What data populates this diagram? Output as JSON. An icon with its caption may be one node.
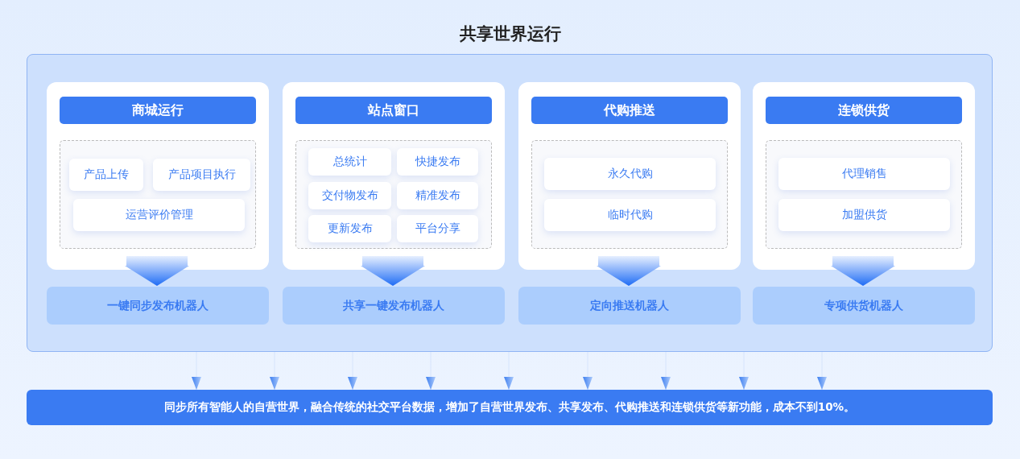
{
  "diagram": {
    "title": "共享世界运行",
    "nodes": [
      {
        "text": [],
        "shape": "box"
      },
      {
        "text": [
          "商城运行"
        ],
        "in": 0
      },
      {
        "text": [],
        "shape": "box",
        "in": 1
      },
      {
        "text": [
          "产品上传"
        ],
        "in": 2
      },
      {
        "text": [
          "产品项目执行"
        ],
        "in": 2
      },
      {
        "text": [
          "运营评价管理"
        ],
        "in": 2
      },
      {
        "text": [
          "站点窗口"
        ],
        "in": 0
      },
      {
        "text": [],
        "shape": "box",
        "in": 6
      },
      {
        "text": [
          "总统计"
        ],
        "in": 7
      },
      {
        "text": [
          "快捷发布"
        ],
        "in": 7
      },
      {
        "text": [
          "交付物发布"
        ],
        "in": 7
      },
      {
        "text": [
          "精准发布"
        ],
        "in": 7
      },
      {
        "text": [
          "更新发布"
        ],
        "in": 7
      },
      {
        "text": [
          "平台分享"
        ],
        "in": 7
      },
      {
        "text": [
          "代购推送"
        ],
        "in": 0
      },
      {
        "text": [],
        "shape": "box",
        "in": 14
      },
      {
        "text": [
          "永久代购"
        ],
        "in": 15
      },
      {
        "text": [
          "临时代购"
        ],
        "in": 15
      },
      {
        "text": [
          "连锁供货"
        ],
        "in": 0
      },
      {
        "text": [],
        "shape": "box",
        "in": 18
      },
      {
        "text": [
          "代理销售"
        ],
        "in": 19
      },
      {
        "text": [
          "加盟供货"
        ],
        "in": 19
      },
      {
        "text": [
          "一键同步发布机器人"
        ],
        "in": 0
      },
      {
        "text": [
          "共享一键发布机器人"
        ],
        "in": 0
      },
      {
        "text": [
          "定向推送机器人"
        ],
        "in": 0
      },
      {
        "text": [
          "专项供货机器人"
        ],
        "in": 0
      },
      {
        "text": [
          "同步所有智能人的自营世界，融合传统的社交平台数据，增加了自营世界发布、共享发布、代购推送和连锁供货等新功能，成本不到10%。"
        ]
      }
    ],
    "edges": [
      {
        "from": 1,
        "to": 22,
        "arrow": "to",
        "style": "thick"
      },
      {
        "from": 6,
        "to": 23,
        "arrow": "to",
        "style": "thick"
      },
      {
        "from": 14,
        "to": 24,
        "arrow": "to",
        "style": "thick"
      },
      {
        "from": 18,
        "to": 25,
        "arrow": "to",
        "style": "thick"
      },
      {
        "from": 0,
        "to": 26,
        "arrow": "to"
      },
      {
        "from": 0,
        "to": 26,
        "arrow": "to"
      },
      {
        "from": 0,
        "to": 26,
        "arrow": "to"
      },
      {
        "from": 0,
        "to": 26,
        "arrow": "to"
      },
      {
        "from": 0,
        "to": 26,
        "arrow": "to"
      },
      {
        "from": 0,
        "to": 26,
        "arrow": "to"
      },
      {
        "from": 0,
        "to": 26,
        "arrow": "to"
      },
      {
        "from": 0,
        "to": 26,
        "arrow": "to"
      },
      {
        "from": 0,
        "to": 26,
        "arrow": "to"
      }
    ]
  }
}
